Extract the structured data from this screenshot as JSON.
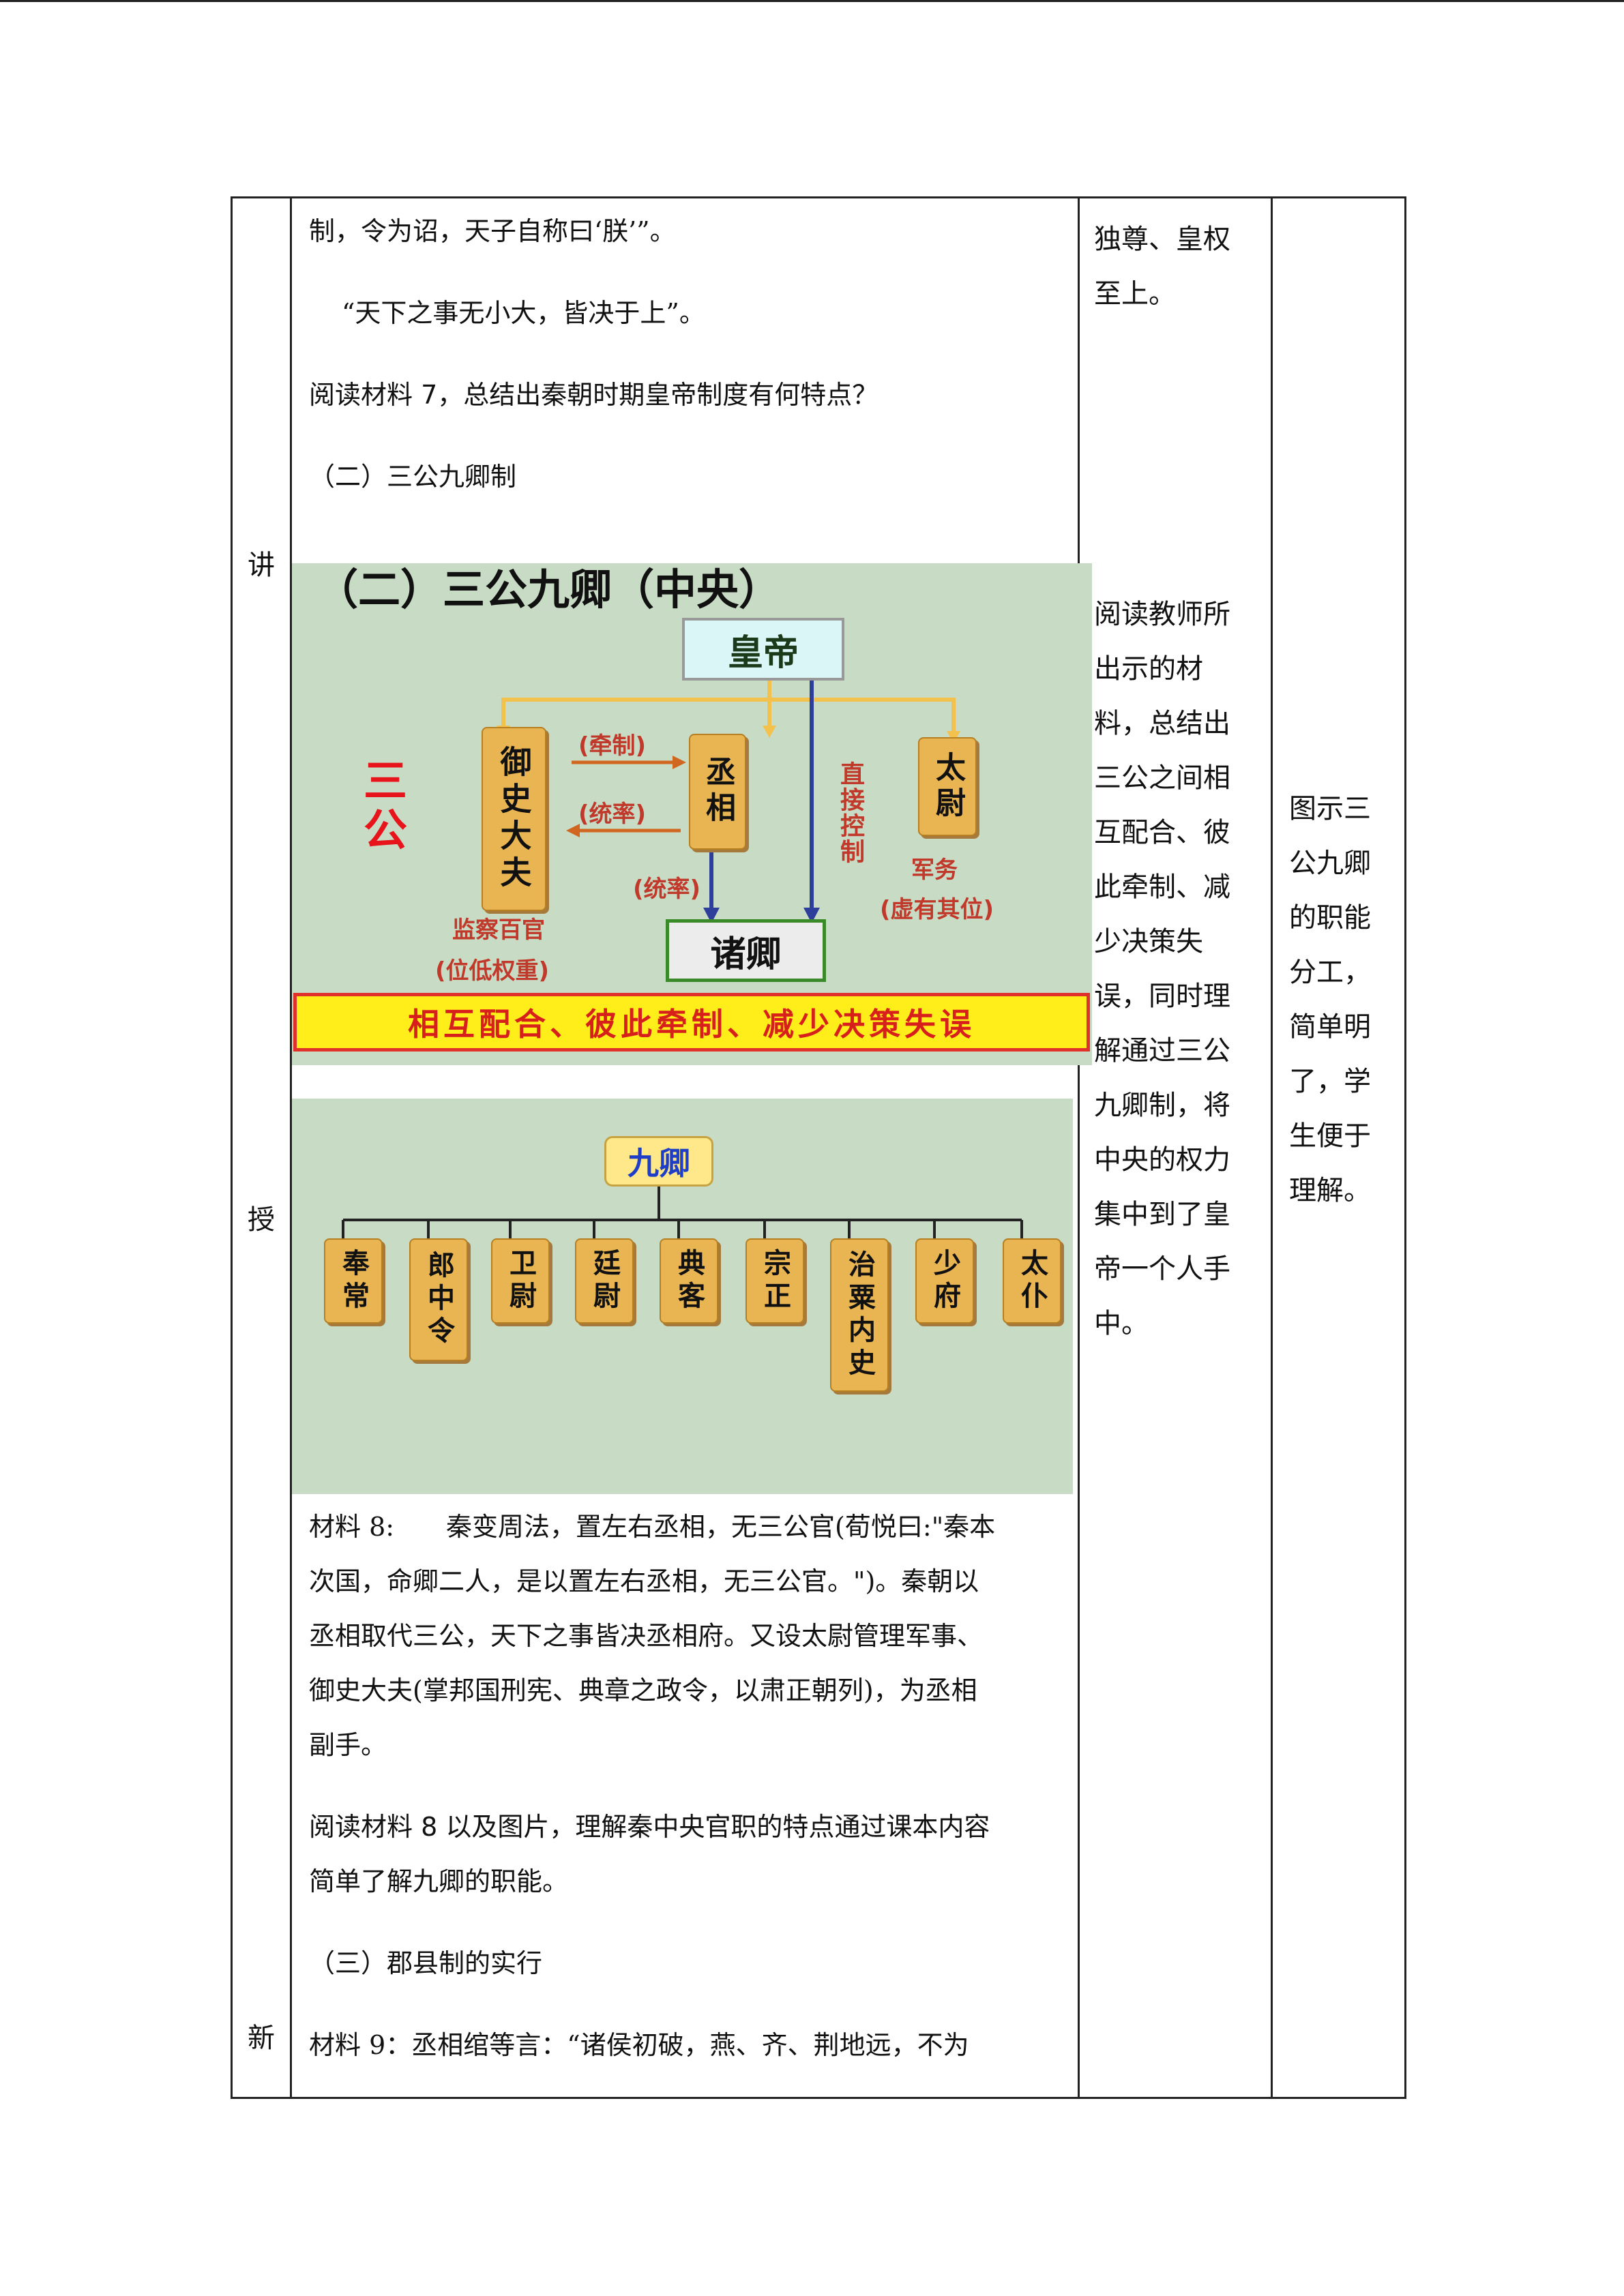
{
  "side_labels": [
    "讲",
    "授",
    "新"
  ],
  "lines": {
    "l1": "制，令为诏，天子自称曰‘朕’”。",
    "l2": "“天下之事无小大，皆决于上”。",
    "l3": "阅读材料 7，总结出秦朝时期皇帝制度有何特点？",
    "l4": "（二）三公九卿制",
    "m8_1": "材料 8:　　秦变周法，置左右丞相，无三公官(荀悦曰:\"秦本",
    "m8_2": "次国，命卿二人，是以置左右丞相，无三公官。\")。秦朝以",
    "m8_3": "丞相取代三公，天下之事皆决丞相府。又设太尉管理军事、",
    "m8_4": "御史大夫(掌邦国刑宪、典章之政令，以肃正朝列)，为丞相",
    "m8_5": "副手。",
    "r8_1": "阅读材料 8 以及图片，理解秦中央官职的特点通过课本内容",
    "r8_2": "简单了解九卿的职能。",
    "h3": "（三）郡县制的实行",
    "m9": "材料 9：丞相绾等言：“诸侯初破，燕、齐、荆地远，不为"
  },
  "col3_top": [
    "独尊、皇权",
    "至上。"
  ],
  "col3_mid": [
    "阅读教师所",
    "出示的材",
    "料，总结出",
    "三公之间相",
    "互配合、彼",
    "此牵制、减",
    "少决策失",
    "误，同时理",
    "解通过三公",
    "九卿制，将",
    "中央的权力",
    "集中到了皇",
    "帝一个人手",
    "中。"
  ],
  "col4": [
    "图示三",
    "公九卿",
    "的职能",
    "分工，",
    "简单明",
    "了，学",
    "生便于",
    "理解。"
  ],
  "fig1": {
    "title": "（二）三公九卿（中央）",
    "emperor": "皇帝",
    "sangong": "三公",
    "yushi": "御史大夫",
    "chengxiang": "丞相",
    "taiwei": "太尉",
    "qianzhi": "(牵制)",
    "tonglv1": "(统率)",
    "tonglv2": "(统率)",
    "zhijie": "直接控制",
    "junwu": "军务",
    "xuyou": "(虚有其位)",
    "jiancha": "监察百官",
    "weidi": "(位低权重)",
    "zhuqing": "诸卿",
    "banner": "相互配合、彼此牵制、减少决策失误"
  },
  "fig2": {
    "title": "九卿",
    "items": [
      "奉常",
      "郎中令",
      "卫尉",
      "廷尉",
      "典客",
      "宗正",
      "治粟内史",
      "少府",
      "太仆"
    ]
  }
}
